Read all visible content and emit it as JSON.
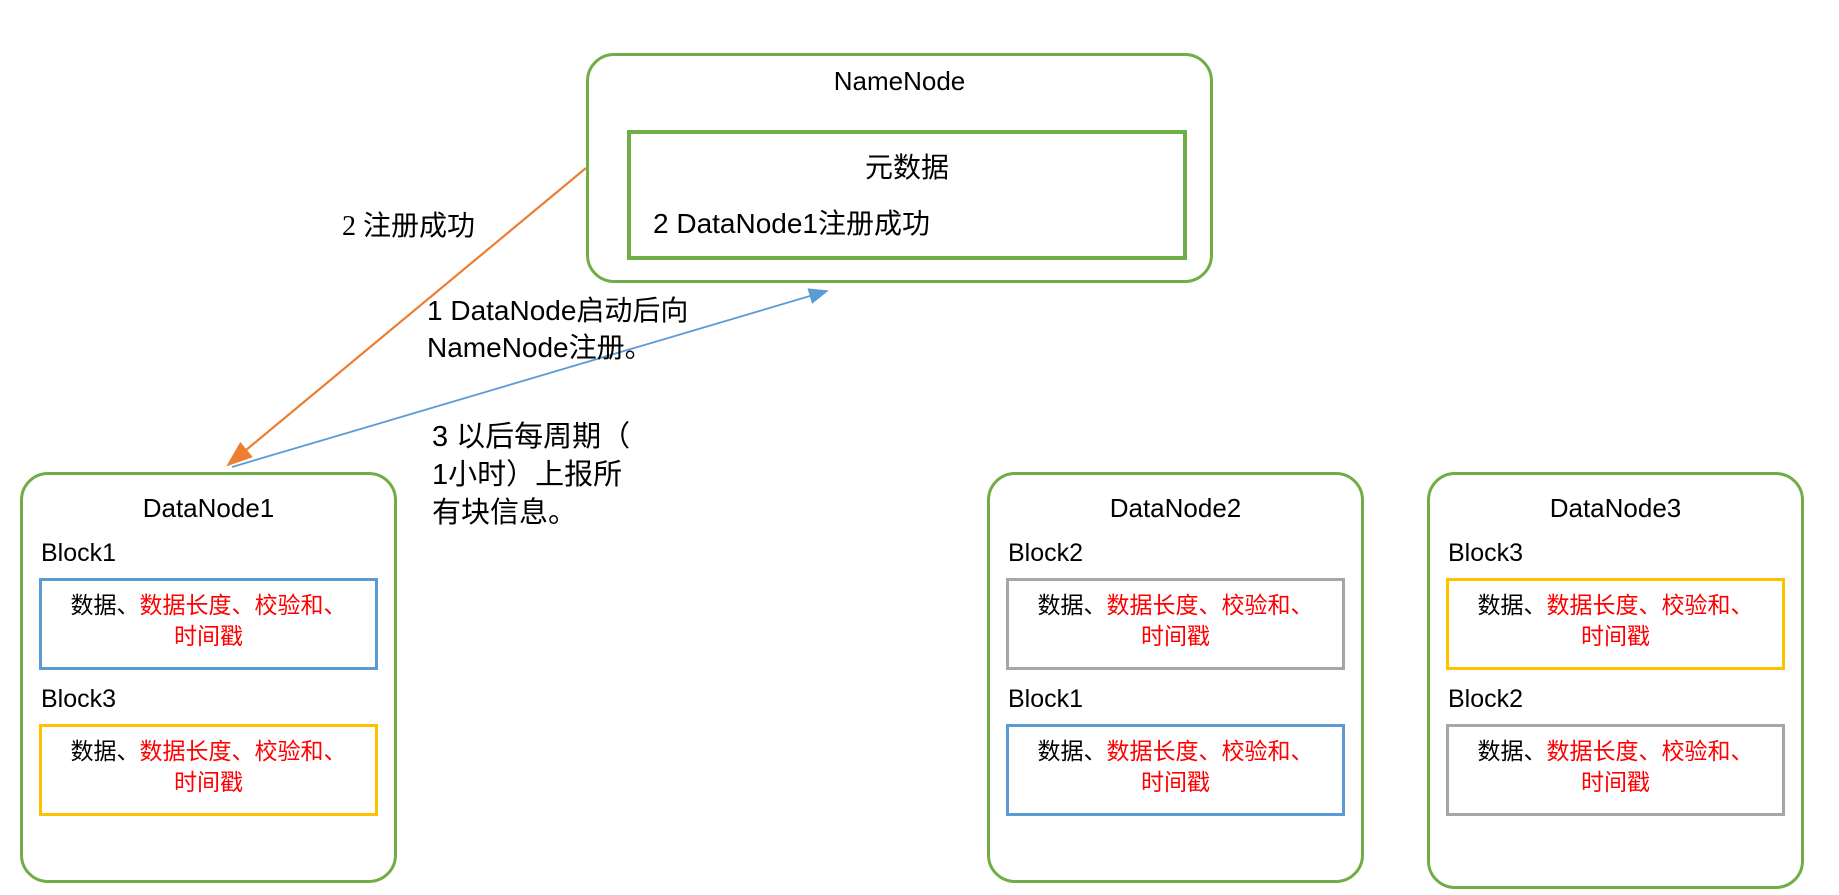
{
  "colors": {
    "node_border_green": "#70AD47",
    "arrow_orange": "#ED7D31",
    "arrow_blue": "#5B9BD5",
    "block_blue": "#5B9BD5",
    "block_yellow": "#FFC000",
    "block_gray": "#A6A6A6",
    "highlight_red": "#FF0000"
  },
  "namenode": {
    "title": "NameNode",
    "metadata_label": "元数据",
    "registration_note": "2 DataNode1注册成功"
  },
  "labels": {
    "register_success": "2 注册成功",
    "register_line1": "1 DataNode启动后向",
    "register_line2": "NameNode注册。",
    "report_line1": "3 以后每周期（",
    "report_line2": "1小时）上报所",
    "report_line3": "有块信息。"
  },
  "block_content": {
    "prefix_black": "数据、",
    "fields_red": "数据长度、校验和、",
    "last_field_red": "时间戳"
  },
  "datanodes": [
    {
      "title": "DataNode1",
      "blocks": [
        {
          "label": "Block1",
          "border_color": "#5B9BD5"
        },
        {
          "label": "Block3",
          "border_color": "#FFC000"
        }
      ]
    },
    {
      "title": "DataNode2",
      "blocks": [
        {
          "label": "Block2",
          "border_color": "#A6A6A6"
        },
        {
          "label": "Block1",
          "border_color": "#5B9BD5"
        }
      ]
    },
    {
      "title": "DataNode3",
      "blocks": [
        {
          "label": "Block3",
          "border_color": "#FFC000"
        },
        {
          "label": "Block2",
          "border_color": "#A6A6A6"
        }
      ]
    }
  ]
}
